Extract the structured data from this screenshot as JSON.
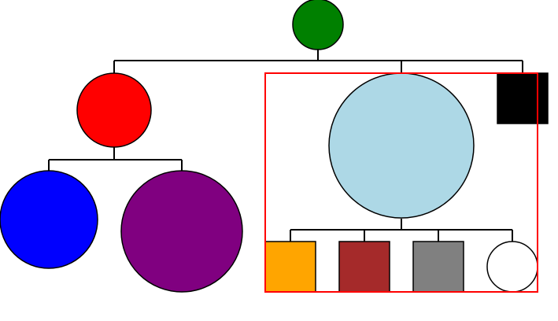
{
  "diagram": {
    "type": "tree",
    "nodes": [
      {
        "id": "root",
        "shape": "circle",
        "color": "#008000"
      },
      {
        "id": "left-child",
        "shape": "circle",
        "color": "#ff0000"
      },
      {
        "id": "left-leaf-1",
        "shape": "circle",
        "color": "#0000ff"
      },
      {
        "id": "left-leaf-2",
        "shape": "circle",
        "color": "#800080"
      },
      {
        "id": "right-child",
        "shape": "circle",
        "color": "#add8e6"
      },
      {
        "id": "right-square",
        "shape": "square",
        "color": "#000000"
      },
      {
        "id": "right-leaf-1",
        "shape": "square",
        "color": "#ffa500"
      },
      {
        "id": "right-leaf-2",
        "shape": "square",
        "color": "#a52a2a"
      },
      {
        "id": "right-leaf-3",
        "shape": "square",
        "color": "#808080"
      },
      {
        "id": "right-leaf-4",
        "shape": "circle",
        "color": "#ffffff"
      }
    ],
    "edges": [
      [
        "root",
        "left-child"
      ],
      [
        "root",
        "right-child"
      ],
      [
        "root",
        "right-square"
      ],
      [
        "left-child",
        "left-leaf-1"
      ],
      [
        "left-child",
        "left-leaf-2"
      ],
      [
        "right-child",
        "right-leaf-1"
      ],
      [
        "right-child",
        "right-leaf-2"
      ],
      [
        "right-child",
        "right-leaf-3"
      ],
      [
        "right-child",
        "right-leaf-4"
      ]
    ],
    "highlight": {
      "color": "#ff0000",
      "contains": [
        "right-child",
        "right-square",
        "right-leaf-1",
        "right-leaf-2",
        "right-leaf-3",
        "right-leaf-4"
      ]
    }
  }
}
